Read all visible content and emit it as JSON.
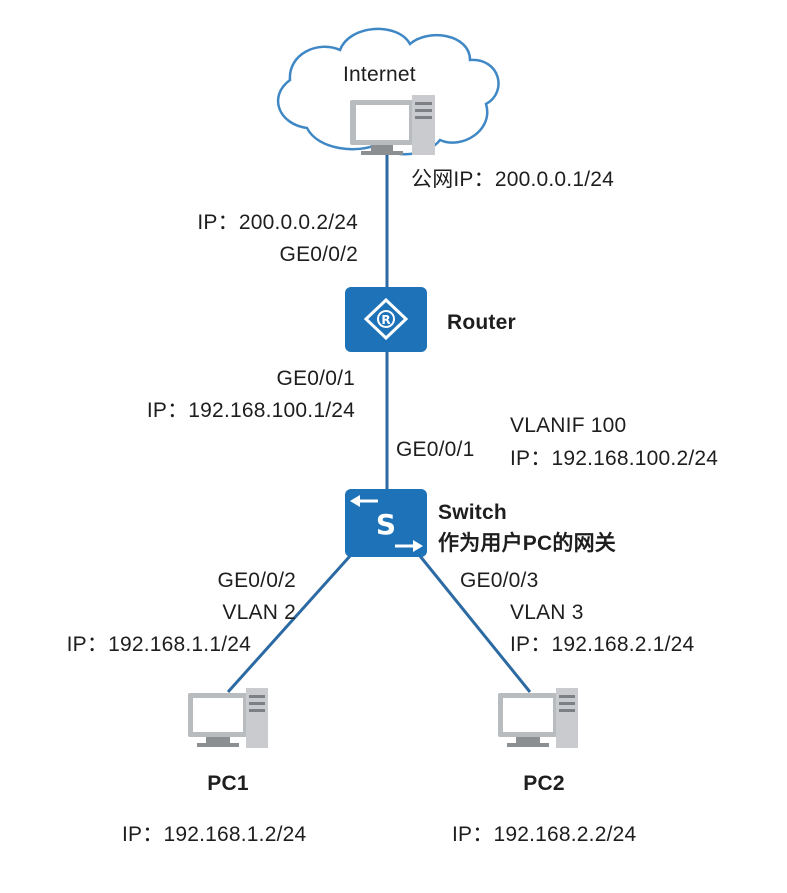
{
  "colors": {
    "link": "#2c6aa3",
    "device_blue": "#1e73b8",
    "cloud_stroke": "#3f88c5",
    "pc_gray": "#b9bcbf",
    "text": "#1e1e1e"
  },
  "internet": {
    "label": "Internet",
    "icon": "server-pc-icon"
  },
  "isp_link": {
    "public_ip": "公网IP：200.0.0.1/24"
  },
  "router": {
    "name": "Router",
    "icon": "router-icon",
    "wan_ip": "IP：200.0.0.2/24",
    "wan_port": "GE0/0/2",
    "lan_port": "GE0/0/1",
    "lan_ip": "IP：192.168.100.1/24"
  },
  "switch": {
    "name": "Switch",
    "role": "作为用户PC的网关",
    "icon": "switch-icon",
    "uplink_port": "GE0/0/1",
    "vlanif": "VLANIF 100",
    "vlanif_ip": "IP：192.168.100.2/24",
    "left_port": "GE0/0/2",
    "left_vlan": "VLAN 2",
    "left_ip": "IP：192.168.1.1/24",
    "right_port": "GE0/0/3",
    "right_vlan": "VLAN 3",
    "right_ip": "IP：192.168.2.1/24"
  },
  "pc1": {
    "name": "PC1",
    "ip": "IP：192.168.1.2/24",
    "icon": "pc-icon"
  },
  "pc2": {
    "name": "PC2",
    "ip": "IP：192.168.2.2/24",
    "icon": "pc-icon"
  }
}
